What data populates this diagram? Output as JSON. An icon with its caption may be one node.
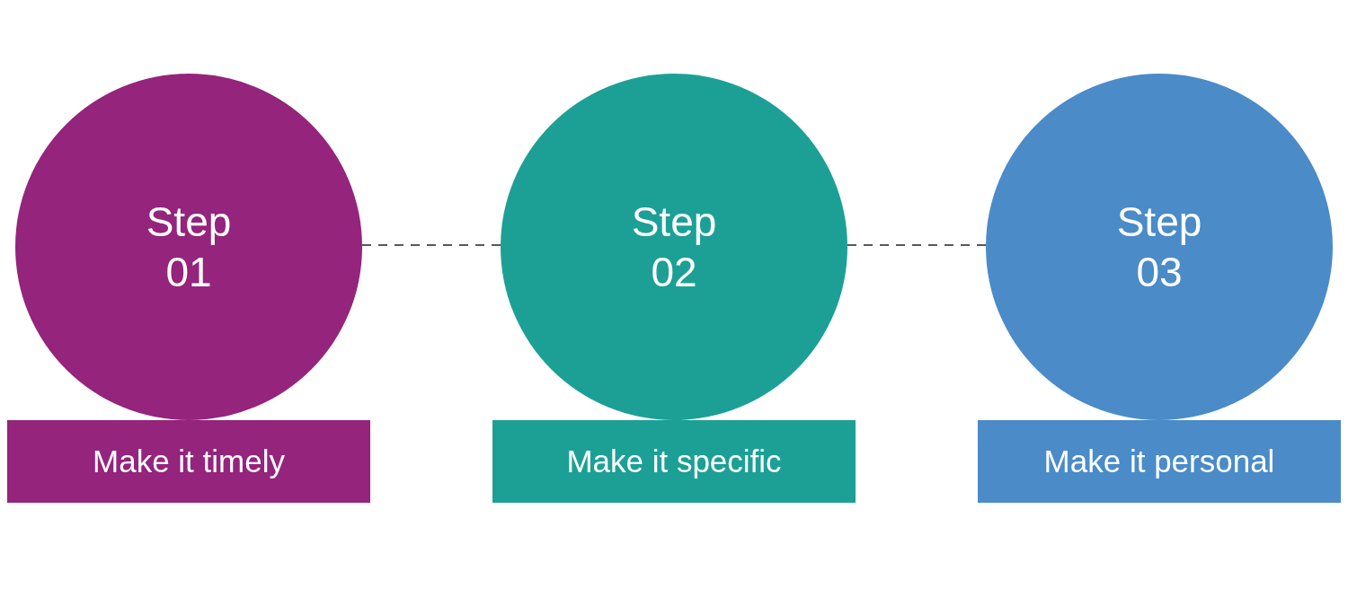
{
  "diagram": {
    "nodes": [
      {
        "text": [
          "Step 01"
        ]
      },
      {
        "text": [
          "Make it timely"
        ]
      },
      {
        "text": [
          "Step 02"
        ]
      },
      {
        "text": [
          "Make it specific"
        ]
      },
      {
        "text": [
          "Step 03"
        ]
      },
      {
        "text": [
          "Make it personal"
        ]
      }
    ],
    "edges": [
      {
        "from": 0,
        "to": 2,
        "arrow": "none",
        "style": "dashed"
      },
      {
        "from": 2,
        "to": 4,
        "arrow": "none",
        "style": "dashed"
      }
    ]
  }
}
